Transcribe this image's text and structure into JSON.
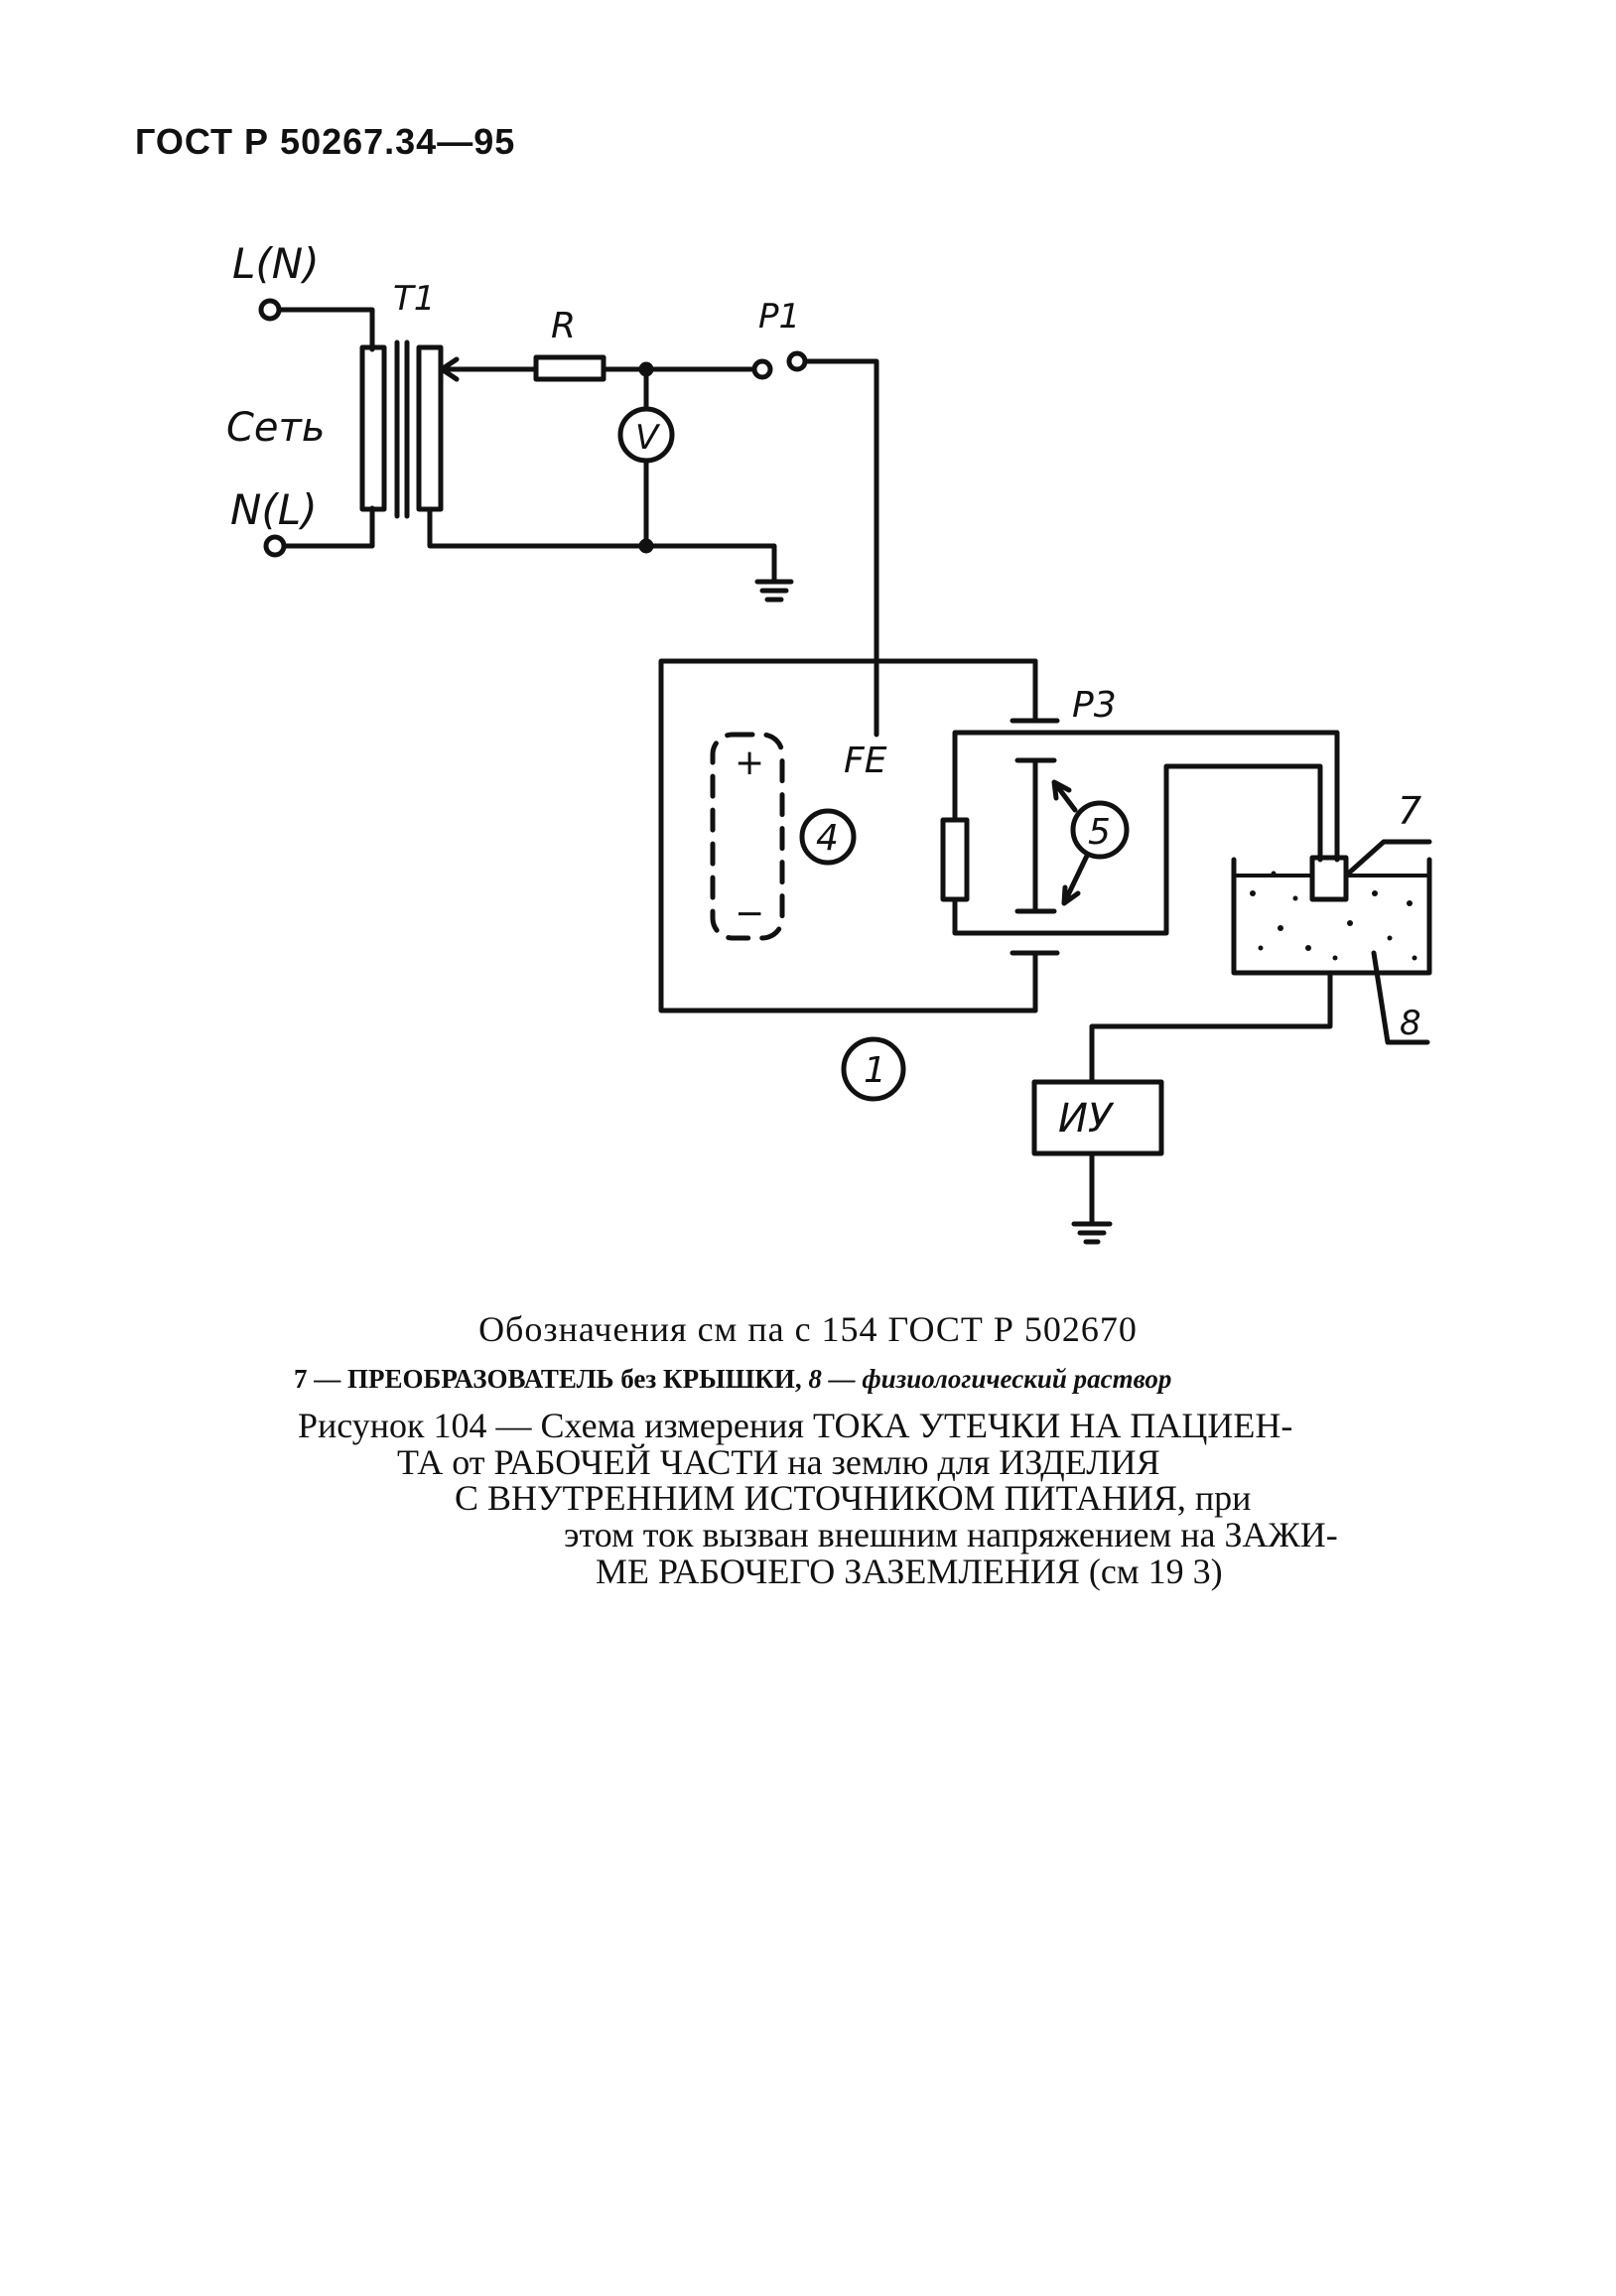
{
  "header": {
    "code": "ГОСТ Р 50267.34—95"
  },
  "schematic": {
    "labels": {
      "l_n": "L(N)",
      "n_l": "N(L)",
      "set": "Сеть",
      "t1": "T1",
      "r": "R",
      "p1": "P1",
      "v": "V",
      "fe": "FE",
      "p3": "P3",
      "plus": "+",
      "minus": "−",
      "iu": "ИУ",
      "n1": "1",
      "n4": "4",
      "n5": "5",
      "n7": "7",
      "n8": "8"
    }
  },
  "captions": {
    "designations": "Обозначения см  па с  154 ГОСТ Р 502670",
    "legend_7": "7 — ПРЕОБРАЗОВАТЕЛЬ без КРЫШКИ,",
    "legend_8": "8 — физиологический раствор",
    "figure_lines": [
      "Рисунок 104 — Схема  измерения  ТОКА  УТЕЧКИ  НА  ПАЦИЕН-",
      "ТА от РАБОЧЕЙ ЧАСТИ на землю для ИЗДЕЛИЯ",
      "С ВНУТРЕННИМ ИСТОЧНИКОМ ПИТАНИЯ, при",
      "этом ток вызван внешним напряжением на ЗАЖИ-",
      "МЕ РАБОЧЕГО ЗАЗЕМЛЕНИЯ (см 19 3)"
    ]
  }
}
